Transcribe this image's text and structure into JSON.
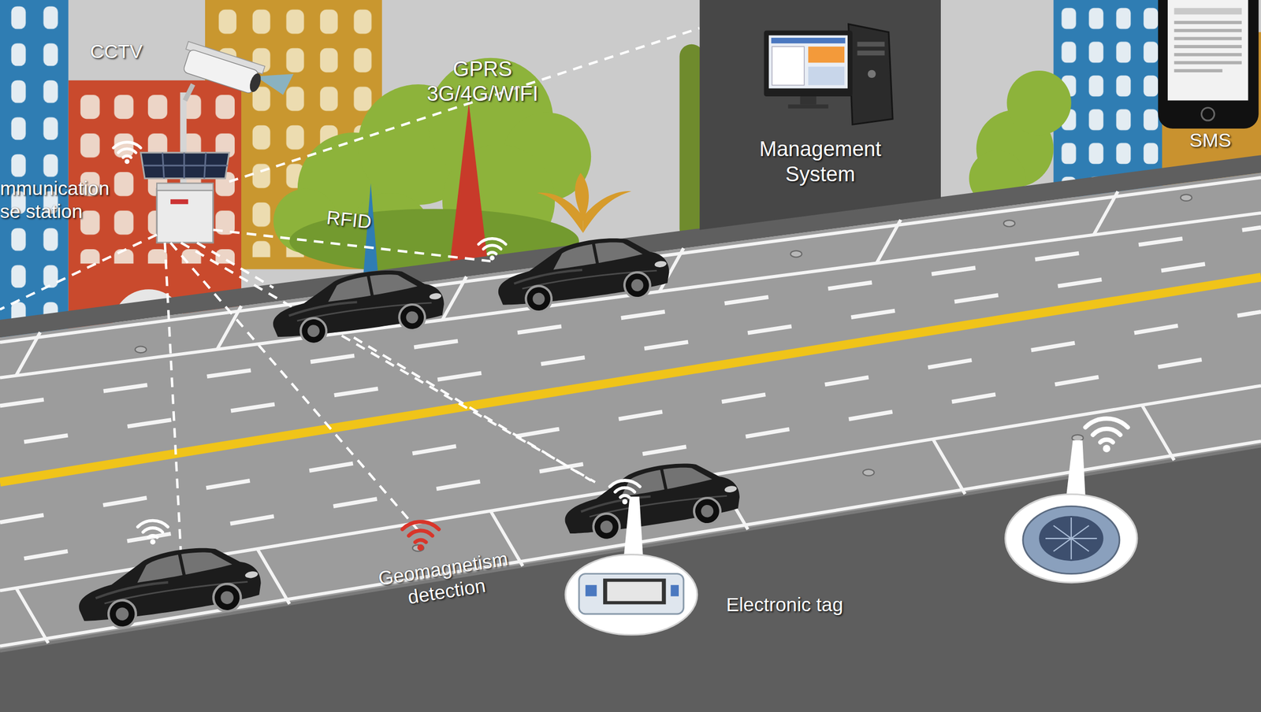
{
  "diagram": {
    "nodes": [
      {
        "text": [
          "mmunication se station"
        ]
      },
      {
        "text": [
          "Management System"
        ]
      }
    ],
    "edges": [
      {
        "from": 0,
        "to": 1,
        "arrow": "none"
      }
    ],
    "labels": [
      "CCTV",
      "GPRS 3G/4G/WIFI",
      "RFID",
      "SMS",
      "Geomagnetism detection",
      "Electronic tag"
    ]
  }
}
